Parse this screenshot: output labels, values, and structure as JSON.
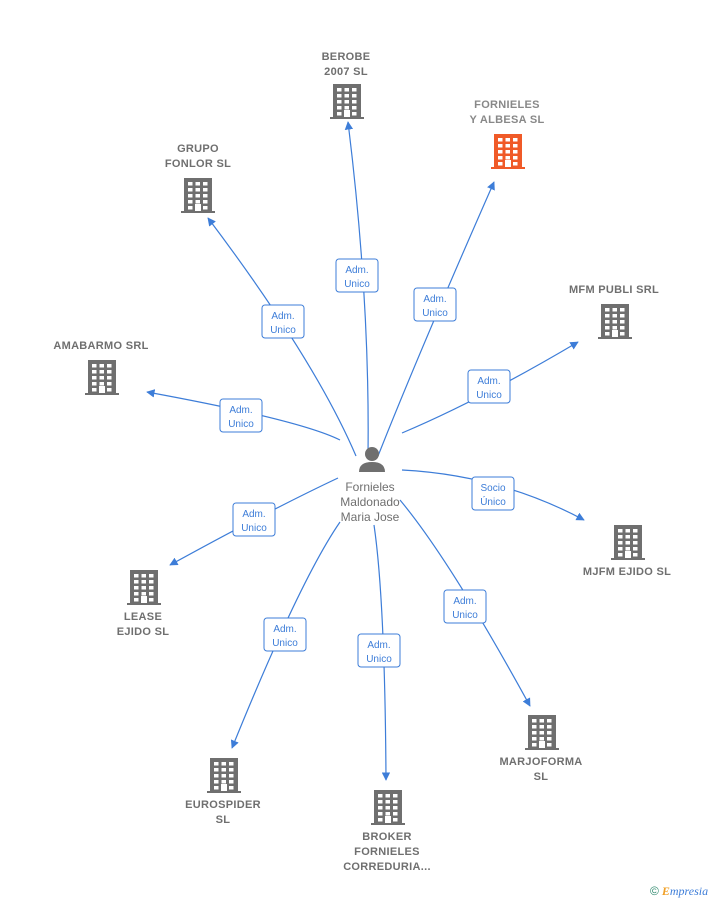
{
  "center": {
    "name_lines": [
      "Fornieles",
      "Maldonado",
      "Maria Jose"
    ],
    "icon": "person-icon"
  },
  "colors": {
    "edge": "#3d7dd8",
    "building": "#6f6f6f",
    "highlight": "#f05a28"
  },
  "nodes": [
    {
      "id": "berobe",
      "lines": [
        "BEROBE",
        "2007  SL"
      ],
      "highlight": false
    },
    {
      "id": "fornieles-albesa",
      "lines": [
        "FORNIELES",
        "Y ALBESA  SL"
      ],
      "highlight": true
    },
    {
      "id": "grupo-fonlor",
      "lines": [
        "GRUPO",
        "FONLOR  SL"
      ],
      "highlight": false
    },
    {
      "id": "mfm-publi",
      "lines": [
        "MFM PUBLI SRL"
      ],
      "highlight": false
    },
    {
      "id": "amabarmo",
      "lines": [
        "AMABARMO SRL"
      ],
      "highlight": false
    },
    {
      "id": "mjfm-ejido",
      "lines": [
        "MJFM EJIDO SL"
      ],
      "highlight": false
    },
    {
      "id": "lease-ejido",
      "lines": [
        "LEASE",
        "EJIDO  SL"
      ],
      "highlight": false
    },
    {
      "id": "marjoforma",
      "lines": [
        "MARJOFORMA",
        "SL"
      ],
      "highlight": false
    },
    {
      "id": "eurospider",
      "lines": [
        "EUROSPIDER",
        "SL"
      ],
      "highlight": false
    },
    {
      "id": "broker",
      "lines": [
        "BROKER",
        "FORNIELES",
        "CORREDURIA..."
      ],
      "highlight": false
    }
  ],
  "edges": [
    {
      "to": "berobe",
      "label": [
        "Adm.",
        "Unico"
      ]
    },
    {
      "to": "fornieles-albesa",
      "label": [
        "Adm.",
        "Unico"
      ]
    },
    {
      "to": "grupo-fonlor",
      "label": [
        "Adm.",
        "Unico"
      ]
    },
    {
      "to": "mfm-publi",
      "label": [
        "Adm.",
        "Unico"
      ]
    },
    {
      "to": "amabarmo",
      "label": [
        "Adm.",
        "Unico"
      ]
    },
    {
      "to": "mjfm-ejido",
      "label": [
        "Socio",
        "Único"
      ]
    },
    {
      "to": "lease-ejido",
      "label": [
        "Adm.",
        "Unico"
      ]
    },
    {
      "to": "marjoforma",
      "label": [
        "Adm.",
        "Unico"
      ]
    },
    {
      "to": "eurospider",
      "label": [
        "Adm.",
        "Unico"
      ]
    },
    {
      "to": "broker",
      "label": [
        "Adm.",
        "Unico"
      ]
    }
  ],
  "brand": {
    "copyright": "©",
    "first": "E",
    "rest": "mpresia"
  }
}
